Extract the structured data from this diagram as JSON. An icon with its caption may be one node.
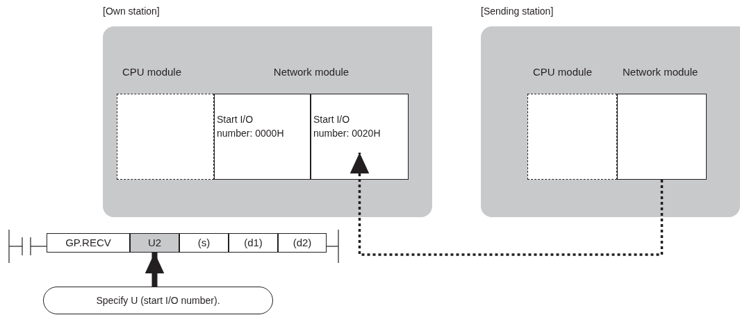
{
  "diagram": {
    "nodes": [
      {
        "text": [
          "[Own station]"
        ]
      },
      {
        "text": [
          "CPU module"
        ],
        "in": 0
      },
      {
        "text": [
          "Start I/O number: 0000H"
        ],
        "in": 0
      },
      {
        "text": [
          "Start I/O number: 0020H"
        ],
        "in": 0
      },
      {
        "text": [
          "[Sending station]"
        ]
      },
      {
        "text": [
          "CPU module"
        ],
        "in": 4
      },
      {
        "text": [
          "Network module"
        ],
        "in": 4
      },
      {
        "text": [
          "GP.RECV"
        ]
      },
      {
        "text": [
          "U2"
        ]
      },
      {
        "text": [
          "(s)"
        ]
      },
      {
        "text": [
          "(d1)"
        ]
      },
      {
        "text": [
          "(d2)"
        ]
      },
      {
        "text": [
          "Specify U (start I/O number)."
        ]
      }
    ],
    "edges": [
      {
        "from": 6,
        "to": 3,
        "arrow": "to",
        "style": "dashed"
      },
      {
        "from": 12,
        "to": 8,
        "arrow": "to",
        "style": "thick"
      }
    ],
    "labels": [
      "Network module"
    ]
  }
}
